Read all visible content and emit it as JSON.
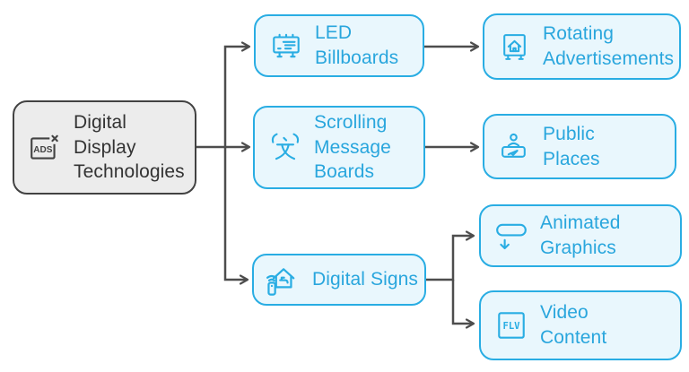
{
  "diagram": {
    "colors": {
      "accent": "#29ade3",
      "node_fill": "#e9f7fd",
      "root_fill": "#ececec",
      "root_border": "#424242",
      "root_text": "#333333",
      "arrow": "#4d4d4d"
    },
    "root": {
      "id": "digital-display-technologies",
      "label": "Digital\nDisplay\nTechnologies",
      "icon": "ads-blocker-icon",
      "icon_text": "ADS"
    },
    "nodes": [
      {
        "id": "led-billboards",
        "label": "LED\nBillboards",
        "icon": "billboard-icon"
      },
      {
        "id": "rotating-advertisements",
        "label": "Rotating\nAdvertisements",
        "icon": "signboard-home-icon"
      },
      {
        "id": "scrolling-message-boards",
        "label": "Scrolling\nMessage\nBoards",
        "icon": "language-broadcast-icon"
      },
      {
        "id": "public-places",
        "label": "Public\nPlaces",
        "icon": "service-desk-icon"
      },
      {
        "id": "digital-signs",
        "label": "Digital Signs",
        "icon": "smart-home-icon"
      },
      {
        "id": "animated-graphics",
        "label": "Animated\nGraphics",
        "icon": "banner-down-arrow-icon"
      },
      {
        "id": "video-content",
        "label": "Video\nContent",
        "icon": "flv-file-icon",
        "icon_text": "FLV"
      }
    ],
    "edges": [
      {
        "from": "digital-display-technologies",
        "to": "led-billboards"
      },
      {
        "from": "digital-display-technologies",
        "to": "scrolling-message-boards"
      },
      {
        "from": "digital-display-technologies",
        "to": "digital-signs"
      },
      {
        "from": "led-billboards",
        "to": "rotating-advertisements"
      },
      {
        "from": "scrolling-message-boards",
        "to": "public-places"
      },
      {
        "from": "digital-signs",
        "to": "animated-graphics"
      },
      {
        "from": "digital-signs",
        "to": "video-content"
      }
    ]
  }
}
